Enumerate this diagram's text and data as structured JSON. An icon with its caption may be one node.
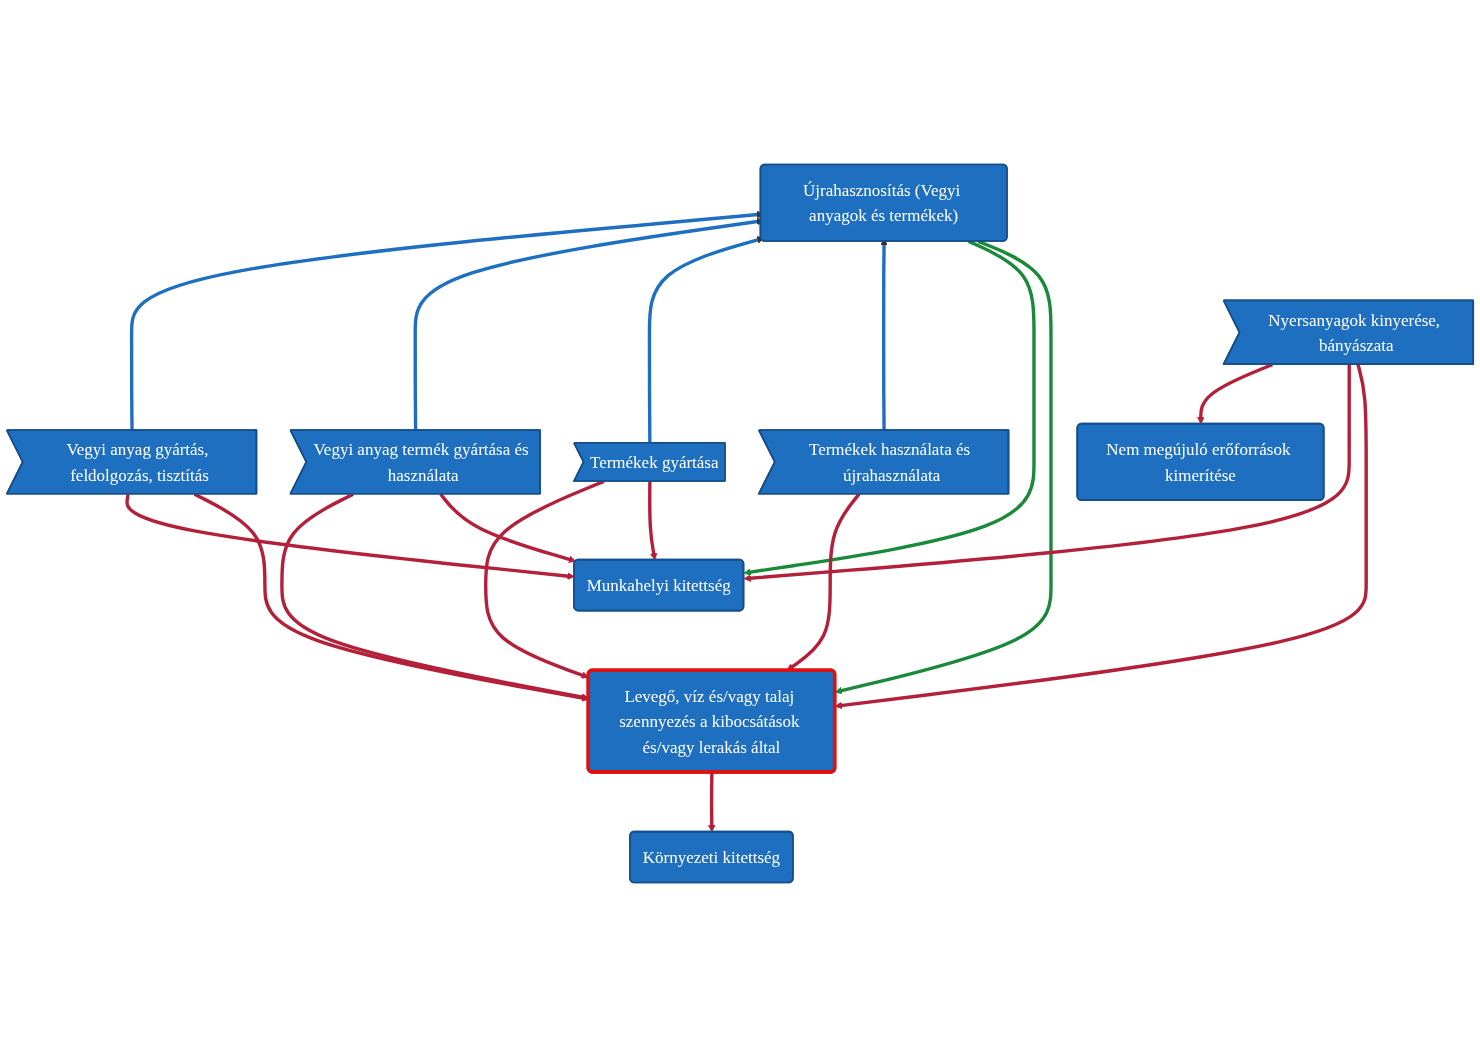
{
  "diagram": {
    "nodes": [
      {
        "text": [
          "Újrahasznosítás (Vegyi anyagok és termékek)"
        ]
      },
      {
        "text": [
          "Nyersanyagok kinyerése, bányászata"
        ]
      },
      {
        "text": [
          "Vegyi anyag gyártás, feldolgozás, tisztítás"
        ]
      },
      {
        "text": [
          "Vegyi anyag termék gyártása és használata"
        ]
      },
      {
        "text": [
          "Termékek gyártása"
        ]
      },
      {
        "text": [
          "Termékek használata és újrahasználata"
        ]
      },
      {
        "text": [
          "Nem megújuló erőforrások kimerítése"
        ]
      },
      {
        "text": [
          "Munkahelyi kitettség"
        ]
      },
      {
        "text": [
          "Levegő, víz és/vagy talaj szennyezés a kibocsátások és/vagy lerakás által"
        ]
      },
      {
        "text": [
          "Környezeti kitettség"
        ]
      }
    ],
    "edges": [
      {
        "from": 2,
        "to": 0,
        "arrow": "to",
        "color": "#1f6fc0"
      },
      {
        "from": 3,
        "to": 0,
        "arrow": "to",
        "color": "#1f6fc0"
      },
      {
        "from": 4,
        "to": 0,
        "arrow": "to",
        "color": "#1f6fc0"
      },
      {
        "from": 5,
        "to": 0,
        "arrow": "to",
        "color": "#1f6fc0"
      },
      {
        "from": 0,
        "to": 7,
        "arrow": "to",
        "color": "#1a8a3a"
      },
      {
        "from": 0,
        "to": 8,
        "arrow": "to",
        "color": "#1a8a3a"
      },
      {
        "from": 1,
        "to": 6,
        "arrow": "to"
      },
      {
        "from": 1,
        "to": 7,
        "arrow": "to"
      },
      {
        "from": 1,
        "to": 8,
        "arrow": "to"
      },
      {
        "from": 2,
        "to": 7,
        "arrow": "to"
      },
      {
        "from": 2,
        "to": 8,
        "arrow": "to"
      },
      {
        "from": 3,
        "to": 8,
        "arrow": "to"
      },
      {
        "from": 3,
        "to": 7,
        "arrow": "to"
      },
      {
        "from": 4,
        "to": 8,
        "arrow": "to"
      },
      {
        "from": 4,
        "to": 7,
        "arrow": "to"
      },
      {
        "from": 5,
        "to": 8,
        "arrow": "to"
      },
      {
        "from": 8,
        "to": 9,
        "arrow": "to"
      }
    ]
  }
}
